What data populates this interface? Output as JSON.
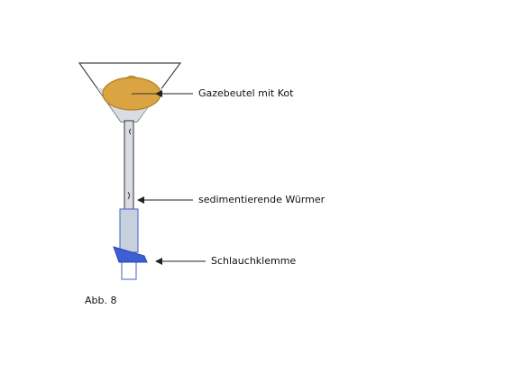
{
  "labels": {
    "bag": "Gazebeutel mit Kot",
    "worms": "sedimentierende Würmer",
    "clamp": "Schlauchklemme"
  },
  "caption": "Abb. 8",
  "colors": {
    "outline": "#444444",
    "glass_fill": "#d9dde3",
    "bag_fill": "#d9a441",
    "bag_stroke": "#b07f22",
    "clamp_fill": "#3d5fd6",
    "tube_stroke": "#5070c0"
  }
}
